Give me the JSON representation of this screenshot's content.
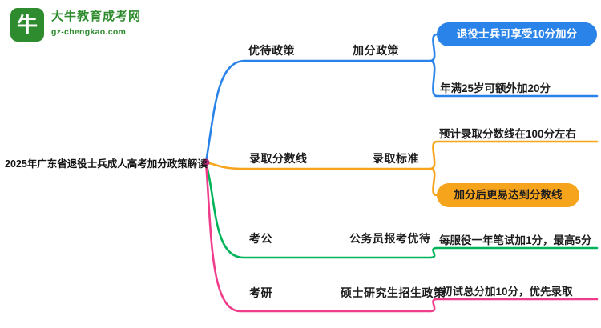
{
  "logo": {
    "icon_glyph": "牛",
    "title": "大牛教育成考网",
    "url": "gz-chengkao.com",
    "color": "#2e8b2e"
  },
  "root": {
    "label": "2025年广东省退役士兵成人高考加分政策解读",
    "dot_color": "#bf2b7d"
  },
  "branches": [
    {
      "color": "#2a83e8",
      "level1": "优待政策",
      "level2": "加分政策",
      "leaf1": "退役士兵可享受10分加分",
      "leaf1_text_color": "#ffffff",
      "leaf2": "年满25岁可额外加20分"
    },
    {
      "color": "#f7a41d",
      "level1": "录取分数线",
      "level2": "录取标准",
      "leaf1": "预计录取分数线在100分左右",
      "leaf2": "加分后更易达到分数线",
      "leaf2_text_color": "#1c1c1e"
    },
    {
      "color": "#00b45a",
      "level1": "考公",
      "level2": "公务员报考优待",
      "leaf1": "每服役一年笔试加1分，最高5分"
    },
    {
      "color": "#ef3d8b",
      "level1": "考研",
      "level2": "硕士研究生招生政策",
      "leaf1": "初试总分加10分，优先录取"
    }
  ]
}
